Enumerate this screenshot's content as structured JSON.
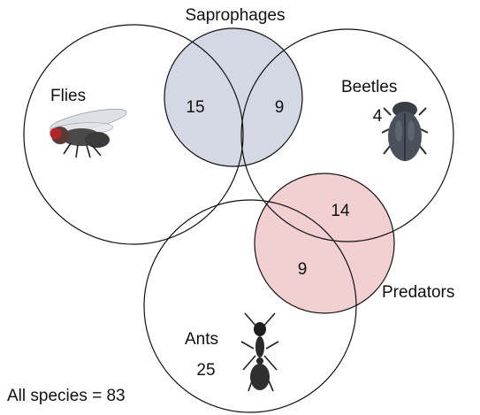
{
  "sets": {
    "saprophages": {
      "label": "Saprophages",
      "fill": "#d3d8e4"
    },
    "predators": {
      "label": "Predators",
      "fill": "#f2d0d2"
    },
    "flies": {
      "label": "Flies",
      "icon": "fly-icon"
    },
    "beetles": {
      "label": "Beetles",
      "icon": "beetle-icon"
    },
    "ants": {
      "label": "Ants",
      "icon": "ant-icon"
    }
  },
  "counts": {
    "flies_saprophages": "15",
    "beetles_saprophages": "9",
    "beetles_only": "4",
    "beetles_predators": "14",
    "ants_predators": "9",
    "ants_only": "25"
  },
  "total": "All species = 83",
  "colors": {
    "outline": "#111111",
    "saprophage_fill": "#d3d8e4",
    "predator_fill": "#f2d0d2"
  }
}
